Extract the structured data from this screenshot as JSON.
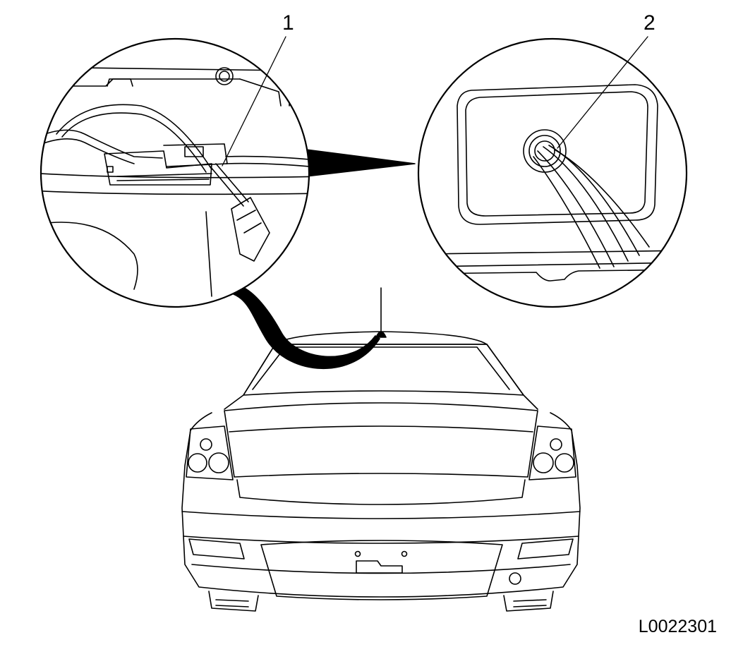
{
  "callouts": {
    "one": "1",
    "two": "2"
  },
  "figure_code": "L0022301",
  "colors": {
    "ink": "#000000",
    "paper": "#ffffff"
  }
}
